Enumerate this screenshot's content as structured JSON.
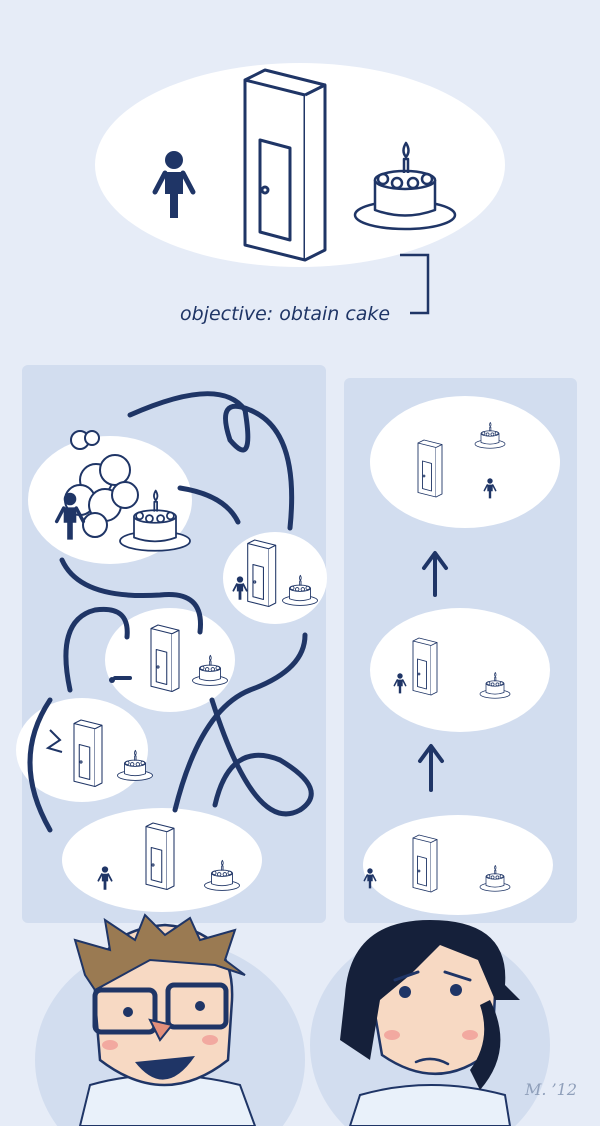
{
  "caption": {
    "text": "objective: obtain cake"
  },
  "colors": {
    "background": "#e6ecf7",
    "panel": "#d2ddef",
    "bubble": "#ffffff",
    "ink": "#1f3566",
    "skin": "#f7d9c3",
    "hair_left": "#9a7a52",
    "hair_right": "#15203a",
    "shirt": "#e9f1fa"
  },
  "diagram": {
    "top_scene": [
      "person-icon",
      "door-icon",
      "cake-icon"
    ],
    "left_panel_label": "chaotic path",
    "right_panel_label": "direct path"
  },
  "signature": {
    "text": "M. ’12"
  }
}
